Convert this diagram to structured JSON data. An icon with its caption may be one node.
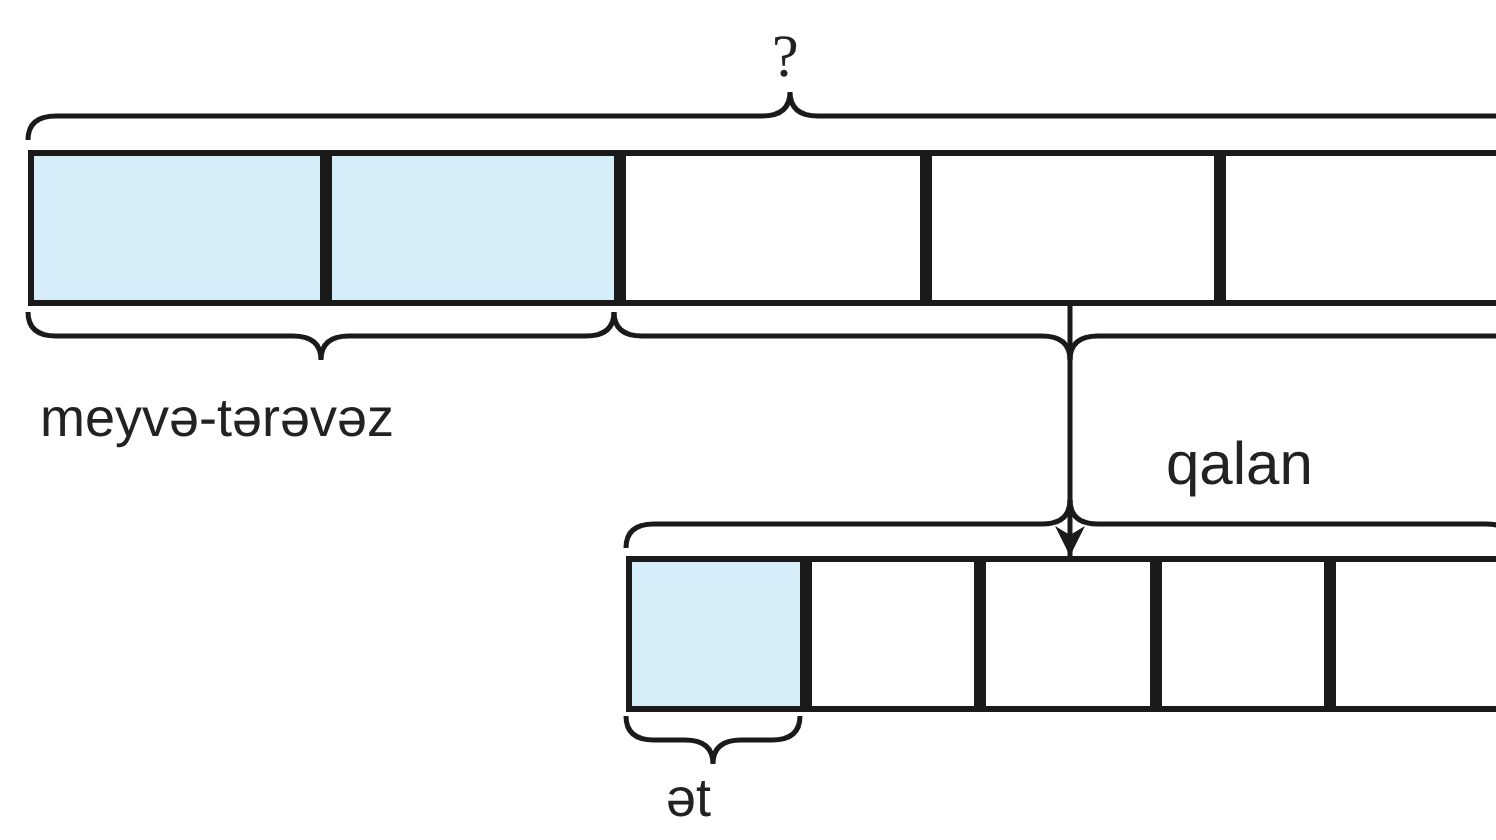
{
  "diagram": {
    "nodes": [
      {
        "text": [],
        "shape": "bar"
      },
      {
        "text": [],
        "shape": "box",
        "in": 0
      },
      {
        "text": [],
        "shape": "box",
        "in": 0
      },
      {
        "text": [],
        "shape": "box",
        "in": 0
      },
      {
        "text": [],
        "shape": "box",
        "in": 0
      },
      {
        "text": [],
        "shape": "box",
        "in": 0
      },
      {
        "text": [],
        "shape": "bar"
      },
      {
        "text": [],
        "shape": "box",
        "in": 6
      },
      {
        "text": [],
        "shape": "box",
        "in": 6
      },
      {
        "text": [],
        "shape": "box",
        "in": 6
      },
      {
        "text": [],
        "shape": "box",
        "in": 6
      },
      {
        "text": [],
        "shape": "box",
        "in": 6
      }
    ],
    "edges": [
      {
        "from": 0,
        "to": 6,
        "arrow": "to",
        "label": "qalan"
      }
    ],
    "labels": [
      "?",
      "meyvə-tərəvəz",
      "ət"
    ]
  }
}
